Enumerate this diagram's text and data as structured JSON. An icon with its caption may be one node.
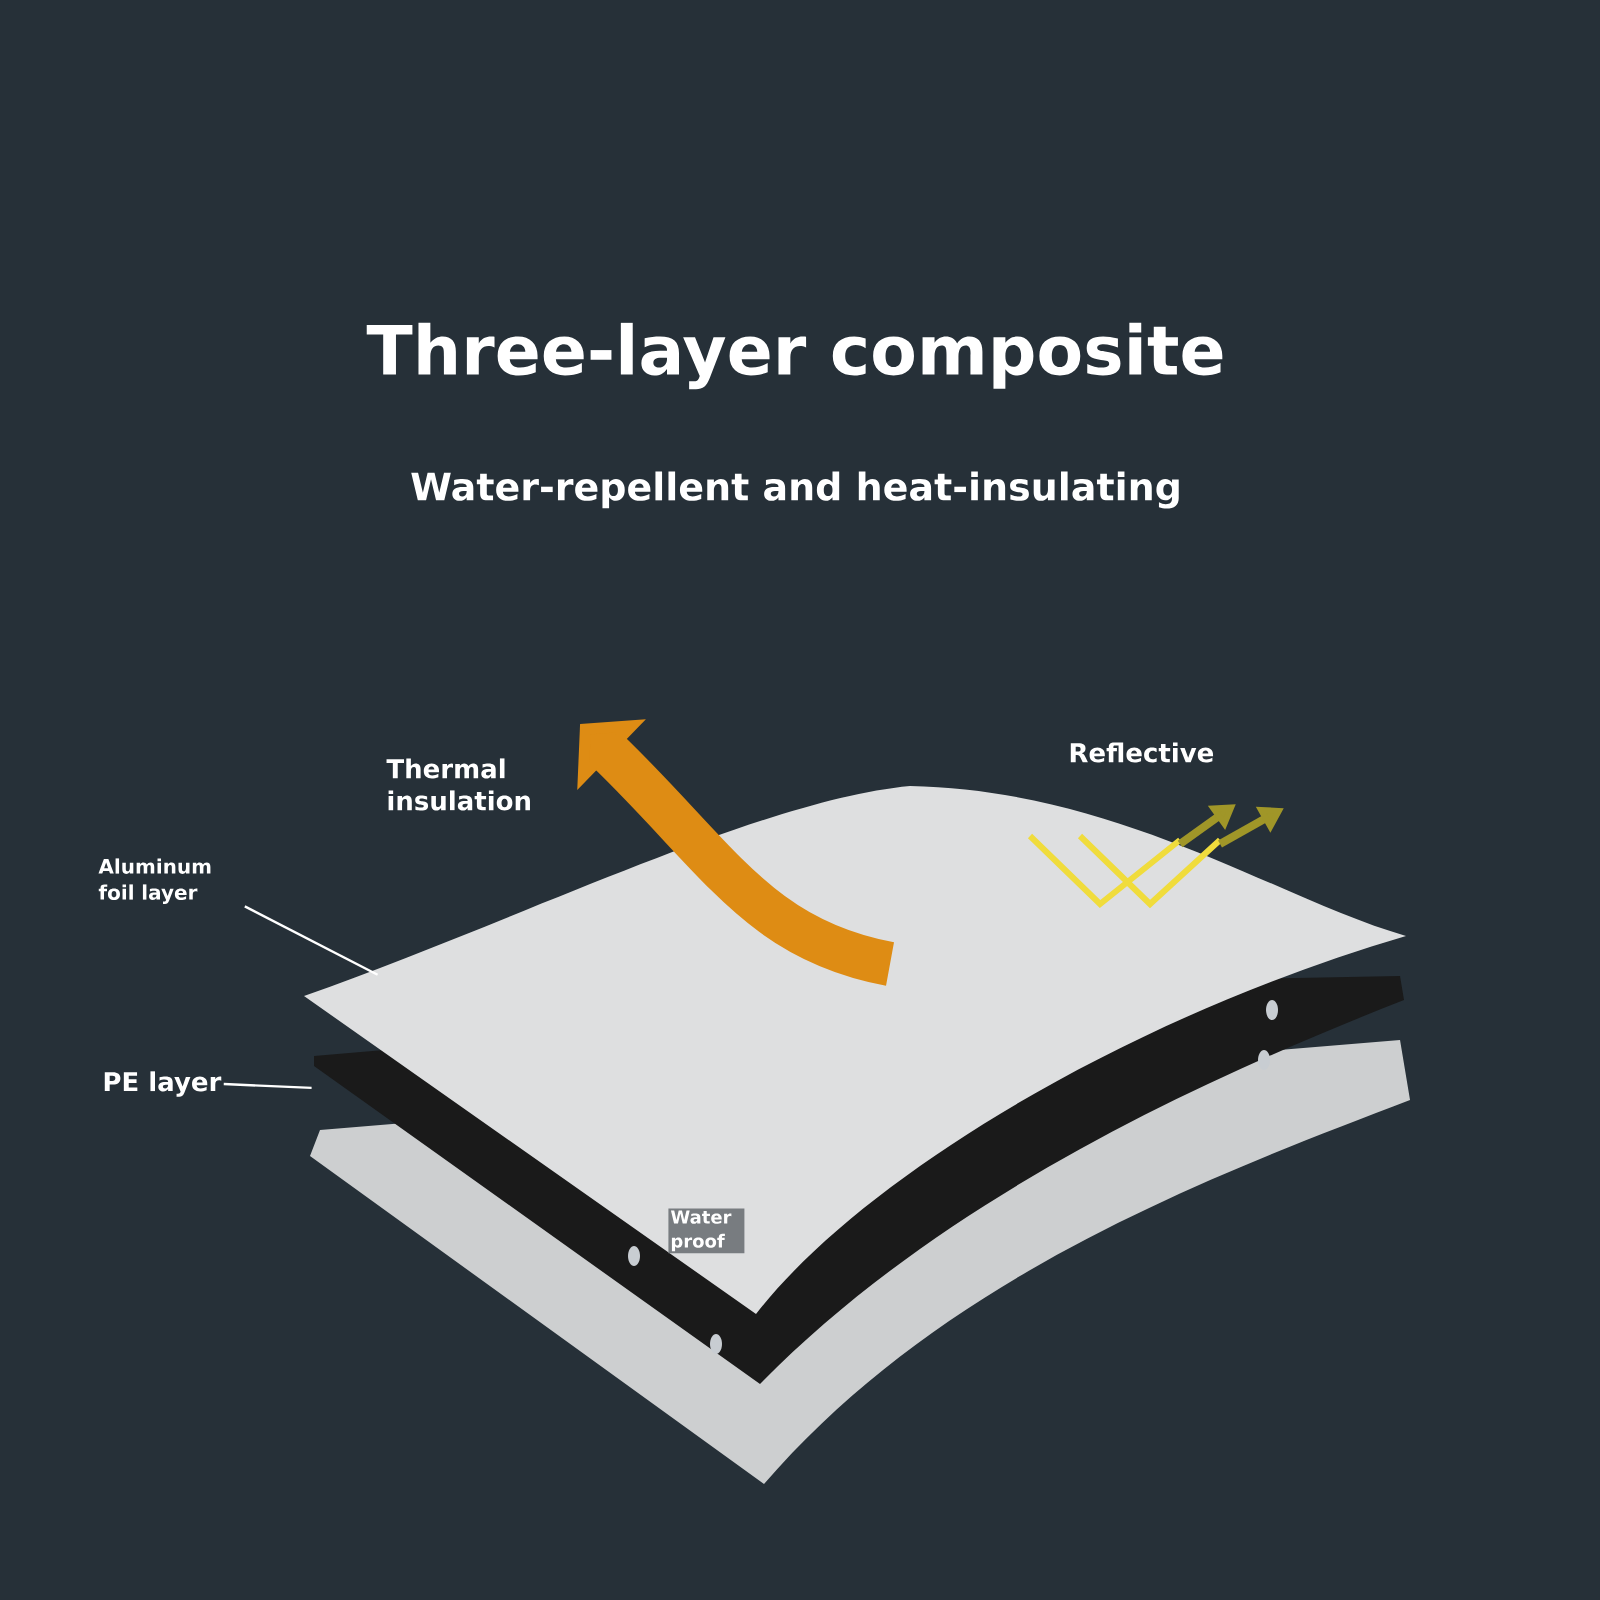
{
  "diagram": {
    "title": "Three-layer composite",
    "nodes": [
      {
        "text": [
          "Aluminum foil layer"
        ]
      },
      {
        "text": [],
        "shape": "sheet"
      },
      {
        "text": [
          "PE layer"
        ]
      },
      {
        "text": [],
        "shape": "band"
      }
    ],
    "edges": [
      {
        "from": 0,
        "to": 1,
        "arrow": "none"
      },
      {
        "from": 2,
        "to": 3,
        "arrow": "none"
      }
    ],
    "labels": [
      "Water-repellent and heat-insulating",
      "Thermal insulation",
      "Reflective",
      "Water proof"
    ]
  }
}
